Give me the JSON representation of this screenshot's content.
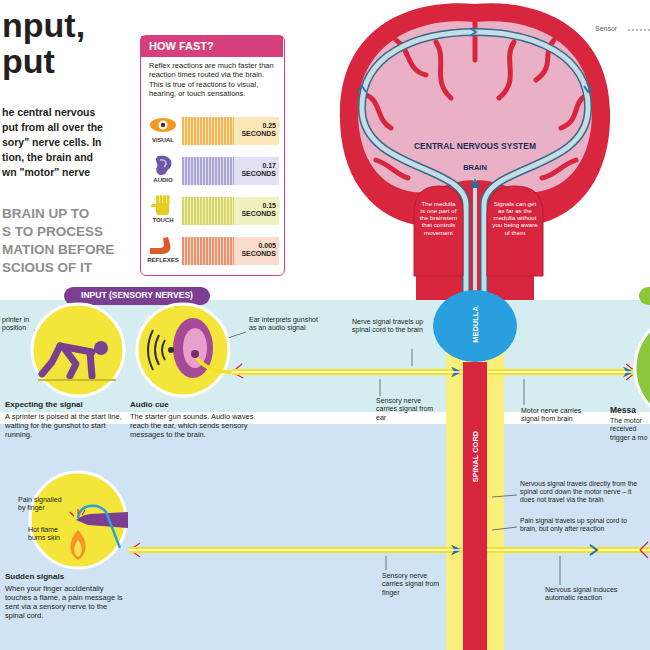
{
  "diagram": {
    "title": "nput, put",
    "nodes": [
      {
        "text": [
          "HOW FAST?",
          "Reflex reactions are much faster than reaction times routed via the brain. This is true of reactions to visual, hearing, or touch sensations."
        ]
      },
      {
        "text": [
          "VISUAL",
          "0.25 SECONDS"
        ],
        "in": 0
      },
      {
        "text": [
          "AUDIO",
          "0.17 SECONDS"
        ],
        "in": 0
      },
      {
        "text": [
          "TOUCH",
          "0.15 SECONDS"
        ],
        "in": 0
      },
      {
        "text": [
          "REFLEXES",
          "0.005 SECONDS"
        ],
        "in": 0
      },
      {
        "text": [
          "CENTRAL NERVOUS SYSTEM",
          "BRAIN"
        ]
      },
      {
        "text": [
          "The medulla is one part of the brainstem that controls movement"
        ],
        "in": 5
      },
      {
        "text": [
          "Signals can get as far as the medulla without you being aware of them"
        ],
        "in": 5
      },
      {
        "text": [
          "MEDULLA"
        ]
      },
      {
        "text": [
          "SPINAL CORD"
        ]
      },
      {
        "text": [
          "INPUT (SENSORY NERVES)"
        ]
      },
      {
        "text": [
          "printer in position",
          "Expecting the signal",
          "A sprinter is poised at the start line, waiting for the gunshot to start running."
        ]
      },
      {
        "text": [
          "Ear interprets gunshot as an audio signal",
          "Audio cue",
          "The starter gun sounds. Audio waves reach the ear, which sends sensory messages to the brain."
        ]
      },
      {
        "text": [
          "Pain signalled by finger",
          "Hot flame burns skin",
          "Sudden signals",
          "When your finger accidentally touches a flame, a pain message is sent via a sensory nerve to the spinal cord."
        ]
      },
      {
        "text": [
          "Messa",
          "The motor received trigger a mo"
        ]
      }
    ],
    "edges": [
      {
        "from": 12,
        "to": 9,
        "arrow": "to"
      },
      {
        "from": 9,
        "to": 14,
        "arrow": "to"
      },
      {
        "from": 13,
        "to": 9,
        "arrow": "to"
      }
    ],
    "labels": [
      "he central nervous",
      "put from all over the",
      "sory\" nerve cells. In",
      "tion, the brain and",
      "wn \"motor\" nerve",
      "BRAIN UP TO",
      "S TO PROCESS",
      "MATION BEFORE",
      "SCIOUS OF IT",
      "Sensor",
      "Nerve signal travels up spinal cord to the brain",
      "Sensory nerve carries signal from ear",
      "Motor nerve carries signal from brain",
      "Sensory nerve carries signal from finger",
      "Nervous signal travels directly from the spinal cord down the motor nerve – it does not travel via the brain",
      "Pain signal travels up spinal cord to brain, but only after reaction",
      "Nervous signal induces automatic reaction"
    ]
  }
}
